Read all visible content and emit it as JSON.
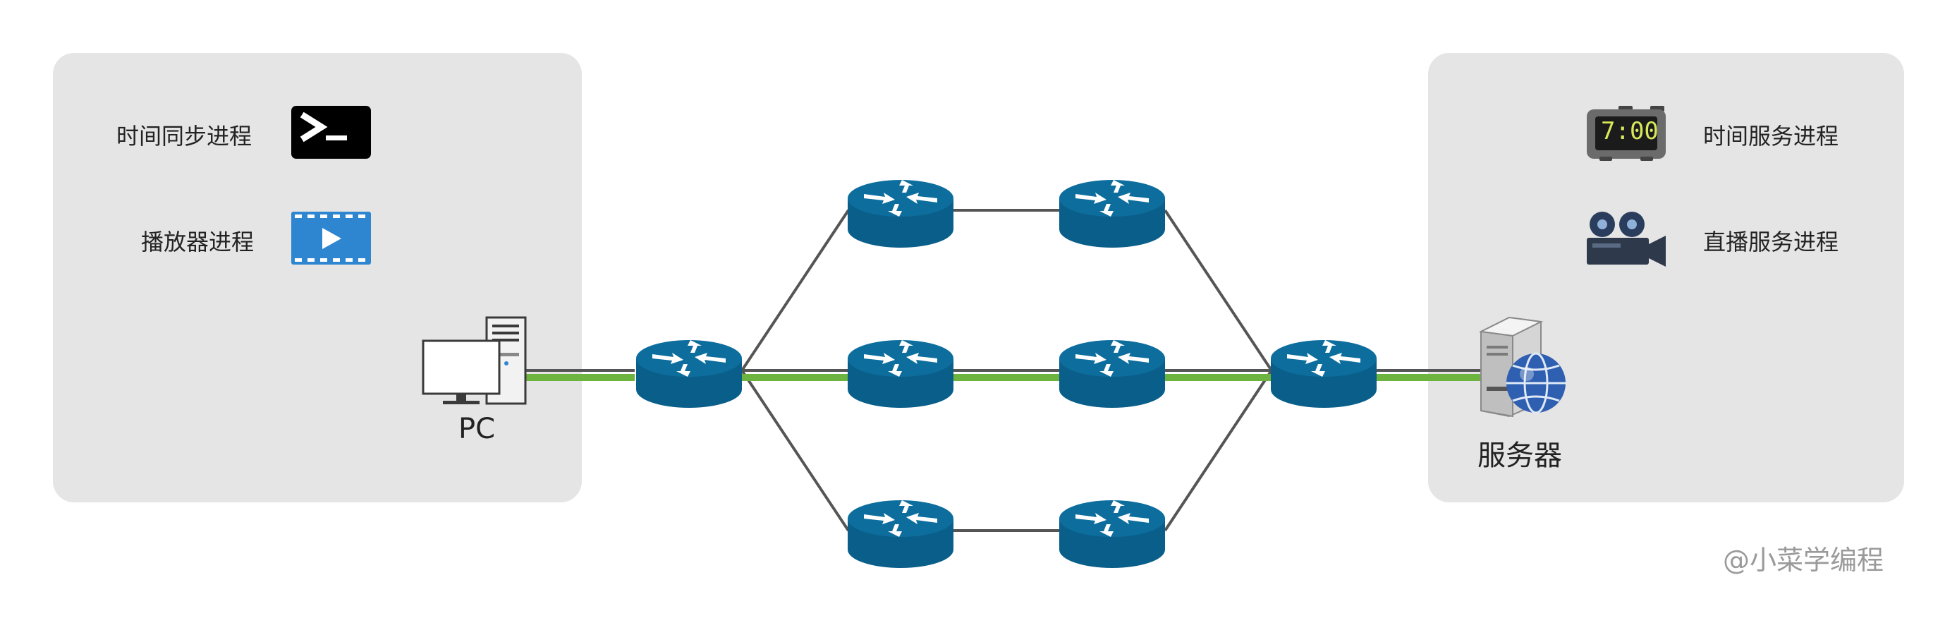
{
  "client": {
    "processes": [
      {
        "label": "时间同步进程",
        "icon": "terminal-icon"
      },
      {
        "label": "播放器进程",
        "icon": "video-player-icon"
      }
    ],
    "device_label": "PC",
    "device_icon": "pc-icon"
  },
  "server": {
    "processes": [
      {
        "label": "时间服务进程",
        "icon": "digital-clock-icon",
        "clock_text": "7:00"
      },
      {
        "label": "直播服务进程",
        "icon": "movie-camera-icon"
      }
    ],
    "device_label": "服务器",
    "device_icon": "server-globe-icon"
  },
  "network": {
    "router_icon": "router-icon",
    "active_path_color": "#6db33f",
    "link_color": "#555555",
    "router_color": "#0a6694"
  },
  "watermark": "@小菜学编程"
}
